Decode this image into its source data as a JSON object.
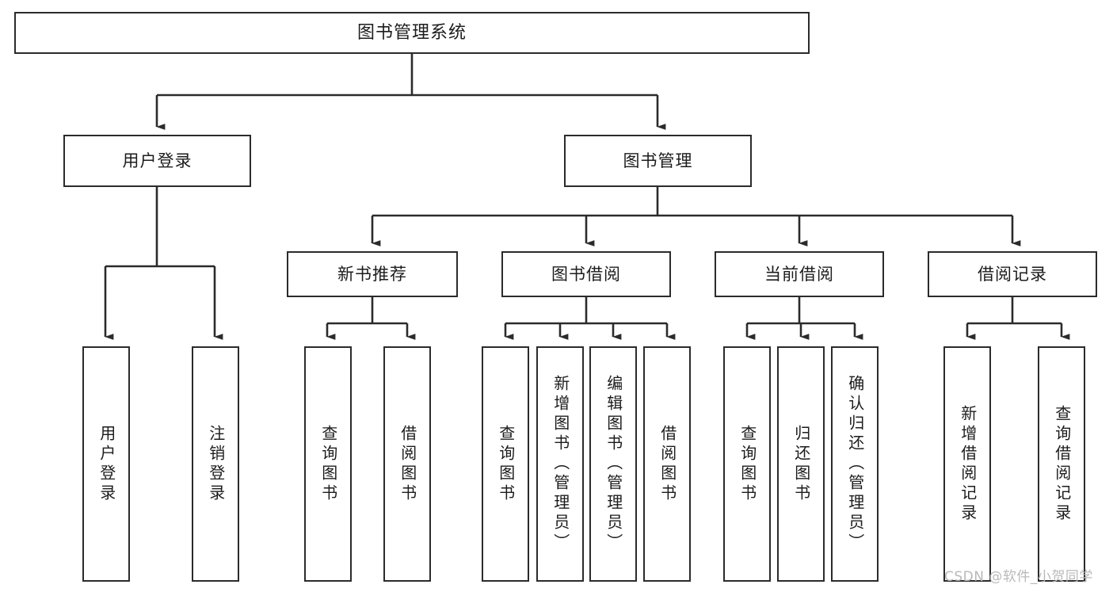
{
  "diagram": {
    "type": "tree",
    "title": "图书管理系统",
    "orientation": "top-down",
    "watermark": "CSDN @软件_小贺同学",
    "colors": {
      "node_border": "#2b2b2b",
      "node_fill": "#ffffff",
      "link": "#2b2b2b",
      "text": "#1c1c1c",
      "watermark": "#b9b9b9"
    },
    "root": {
      "label": "图书管理系统"
    },
    "level1": [
      {
        "label": "用户登录"
      },
      {
        "label": "图书管理"
      }
    ],
    "level2": [
      {
        "label": "新书推荐"
      },
      {
        "label": "图书借阅"
      },
      {
        "label": "当前借阅"
      },
      {
        "label": "借阅记录"
      }
    ],
    "leaves": {
      "user_login": [
        {
          "label": "用户登录"
        },
        {
          "label": "注销登录"
        }
      ],
      "new_book_recommend": [
        {
          "label": "查询图书"
        },
        {
          "label": "借阅图书"
        }
      ],
      "book_borrow": [
        {
          "label": "查询图书"
        },
        {
          "label": "新增图书（管理员）"
        },
        {
          "label": "编辑图书（管理员）"
        },
        {
          "label": "借阅图书"
        }
      ],
      "current_borrow": [
        {
          "label": "查询图书"
        },
        {
          "label": "归还图书"
        },
        {
          "label": "确认归还（管理员）"
        }
      ],
      "borrow_record": [
        {
          "label": "新增借阅记录"
        },
        {
          "label": "查询借阅记录"
        }
      ]
    }
  }
}
